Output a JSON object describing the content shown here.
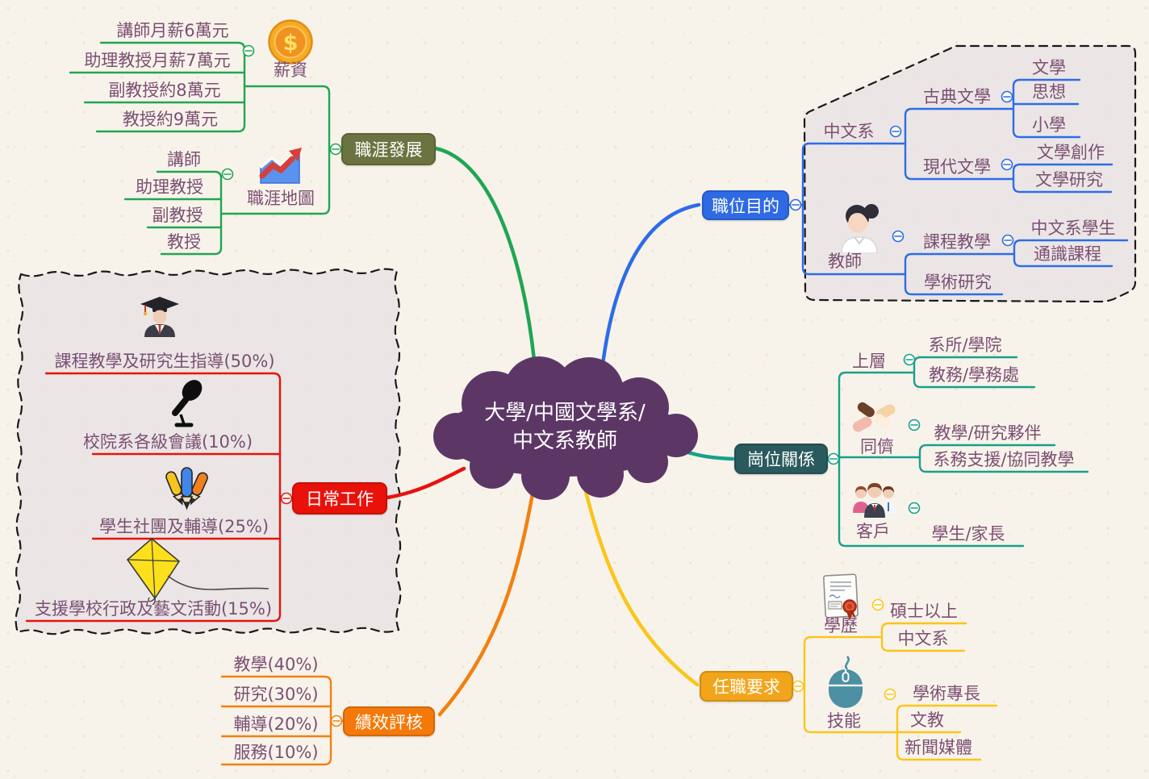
{
  "center": {
    "line1": "大學/中國文學系/",
    "line2": "中文系教師"
  },
  "career": {
    "label": "職涯發展",
    "salary": {
      "label": "薪資",
      "icon": "coin-icon",
      "coin_symbol": "$",
      "items": [
        "講師月薪6萬元",
        "助理教授月薪7萬元",
        "副教授約8萬元",
        "教授約9萬元"
      ]
    },
    "map": {
      "label": "職涯地圖",
      "icon": "trend-chart-icon",
      "items": [
        "講師",
        "助理教授",
        "副教授",
        "教授"
      ]
    }
  },
  "purpose": {
    "label": "職位目的",
    "dept": {
      "label": "中文系",
      "classical": {
        "label": "古典文學",
        "items": [
          "文學",
          "思想",
          "小學"
        ]
      },
      "modern": {
        "label": "現代文學",
        "items": [
          "文學創作",
          "文學研究"
        ]
      }
    },
    "teacher": {
      "label": "教師",
      "icon": "teacher-icon",
      "teaching": {
        "label": "課程教學",
        "items": [
          "中文系學生",
          "通識課程"
        ]
      },
      "research": {
        "label": "學術研究"
      }
    }
  },
  "daily": {
    "label": "日常工作",
    "items": [
      "課程教學及研究生指導(50%)",
      "校院系各級會議(10%)",
      "學生社團及輔導(25%)",
      "支援學校行政及藝文活動(15%)"
    ],
    "icons": [
      "graduate-icon",
      "microphone-icon",
      "crayons-icon",
      "kite-icon"
    ]
  },
  "relations": {
    "label": "崗位關係",
    "upper": {
      "label": "上層",
      "items": [
        "系所/學院",
        "教務/學務處"
      ]
    },
    "peers": {
      "label": "同儕",
      "icon": "handshake-icon",
      "items": [
        "教學/研究夥伴",
        "系務支援/協同教學"
      ]
    },
    "clients": {
      "label": "客戶",
      "icon": "people-icon",
      "items": [
        "學生/家長"
      ]
    }
  },
  "performance": {
    "label": "績效評核",
    "items": [
      "教學(40%)",
      "研究(30%)",
      "輔導(20%)",
      "服務(10%)"
    ]
  },
  "requirements": {
    "label": "任職要求",
    "education": {
      "label": "學歷",
      "icon": "certificate-icon",
      "items": [
        "碩士以上",
        "中文系"
      ]
    },
    "skills": {
      "label": "技能",
      "icon": "mouse-icon",
      "items": [
        "學術專長",
        "文教",
        "新聞媒體"
      ]
    }
  },
  "colors": {
    "career_line": "#1fa653",
    "purpose_line": "#2d6ce8",
    "daily_line": "#e8120e",
    "relations_line": "#18a08b",
    "performance_line": "#f28010",
    "requirements_line": "#fbc51a",
    "career_box": "#6b7440",
    "purpose_box": "#2e6ae3",
    "daily_box": "#e8120b",
    "relations_box": "#2a5a5e",
    "performance_box": "#f5790a",
    "requirements_box": "#f2a51a",
    "center_fill": "#5c3766",
    "label_text": "#7b4f73",
    "boundary_fill": "#e9e3e4",
    "boundary_stroke": "#1a1a1a",
    "background": "#f8f3ea"
  }
}
